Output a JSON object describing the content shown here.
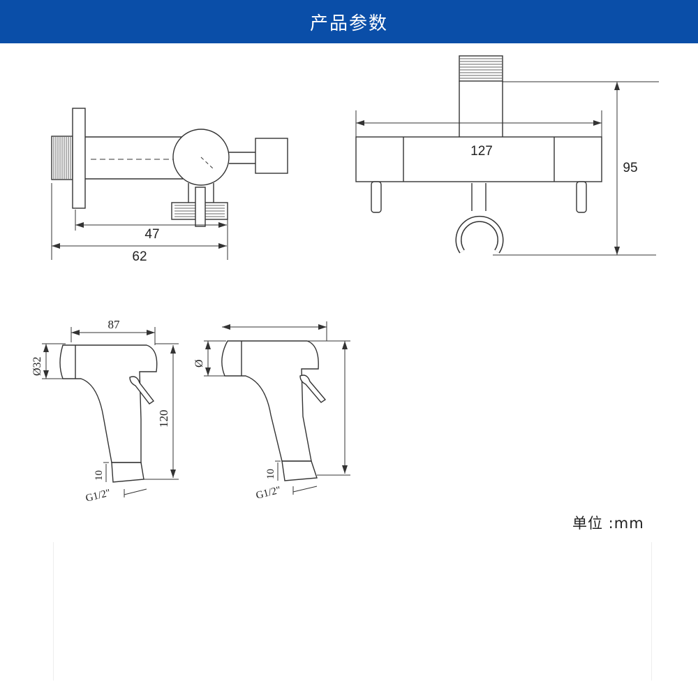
{
  "header": {
    "title": "产品参数",
    "background_color": "#0a4ea8"
  },
  "dimensions": {
    "valve_inner_length": "47",
    "valve_total_length": "62",
    "holder_width": "127",
    "holder_height": "95",
    "sprayer_a_length": "87",
    "sprayer_a_diameter": "Ø32",
    "sprayer_a_height": "120",
    "sprayer_a_outlet": "10",
    "sprayer_a_thread": "G1/2\"",
    "sprayer_b_diameter": "Ø",
    "sprayer_b_outlet": "10",
    "sprayer_b_thread": "G1/2\""
  },
  "unit_note": "单位 :mm"
}
